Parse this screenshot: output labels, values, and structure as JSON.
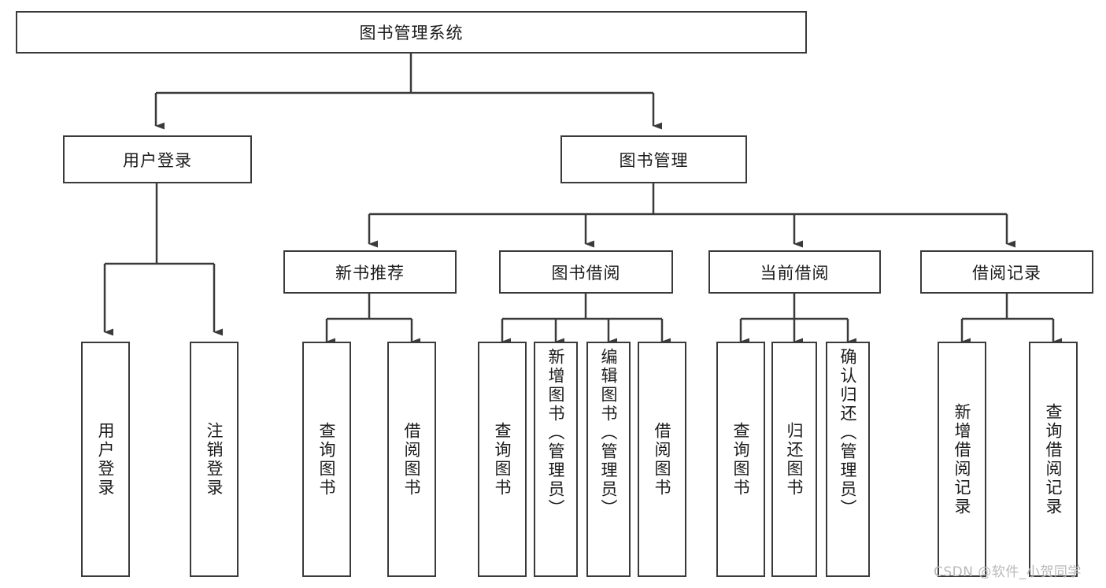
{
  "diagram": {
    "type": "hierarchy-tree",
    "title": "图书管理系统",
    "root": {
      "label": "图书管理系统"
    },
    "level1": [
      {
        "label": "用户登录"
      },
      {
        "label": "图书管理"
      }
    ],
    "level2": [
      {
        "label": "新书推荐",
        "parent": "图书管理"
      },
      {
        "label": "图书借阅",
        "parent": "图书管理"
      },
      {
        "label": "当前借阅",
        "parent": "图书管理"
      },
      {
        "label": "借阅记录",
        "parent": "图书管理"
      }
    ],
    "leaves": {
      "user_login": [
        {
          "label": "用户登录"
        },
        {
          "label": "注销登录"
        }
      ],
      "new_book": [
        {
          "label": "查询图书"
        },
        {
          "label": "借阅图书"
        }
      ],
      "book_borrow": [
        {
          "label": "查询图书"
        },
        {
          "label": "新增图书（管理员）"
        },
        {
          "label": "编辑图书（管理员）"
        },
        {
          "label": "借阅图书"
        }
      ],
      "current_borrow": [
        {
          "label": "查询图书"
        },
        {
          "label": "归还图书"
        },
        {
          "label": "确认归还（管理员）"
        }
      ],
      "borrow_record": [
        {
          "label": "新增借阅记录"
        },
        {
          "label": "查询借阅记录"
        }
      ]
    }
  },
  "watermark": {
    "text": "CSDN @软件_小贺同学"
  },
  "colors": {
    "stroke": "#3a3a3a",
    "background": "#ffffff",
    "text": "#1b1b1b",
    "watermark": "#b9b9b9"
  }
}
